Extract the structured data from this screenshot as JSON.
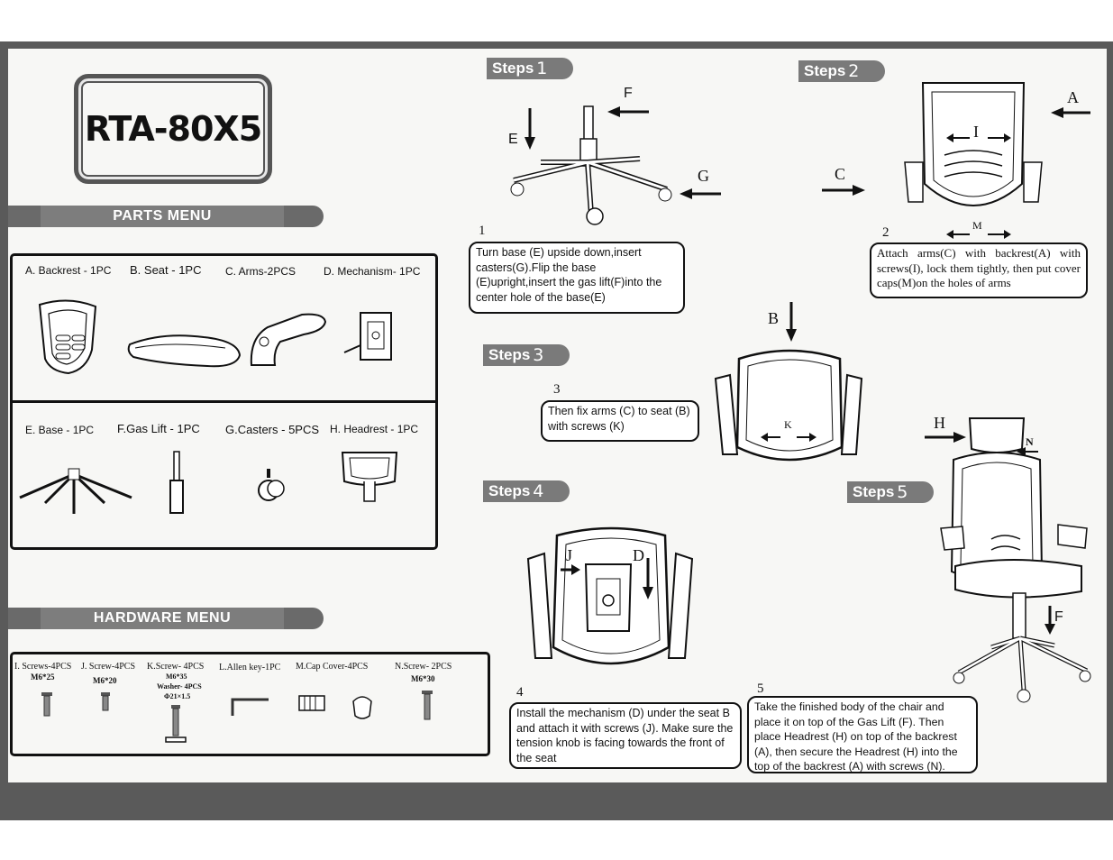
{
  "title": "RTA-80X5",
  "parts_menu": {
    "heading": "PARTS MENU",
    "items": [
      {
        "label": "A. Backrest - 1PC",
        "icon": "backrest-icon"
      },
      {
        "label": "B. Seat - 1PC",
        "icon": "seat-icon"
      },
      {
        "label": "C. Arms-2PCS",
        "icon": "arm-icon"
      },
      {
        "label": "D. Mechanism- 1PC",
        "icon": "mechanism-icon"
      },
      {
        "label": "E.  Base - 1PC",
        "icon": "base-icon"
      },
      {
        "label": "F.Gas Lift - 1PC",
        "icon": "gas-lift-icon"
      },
      {
        "label": "G.Casters - 5PCS",
        "icon": "caster-icon"
      },
      {
        "label": "H. Headrest - 1PC",
        "icon": "headrest-icon"
      }
    ]
  },
  "hardware_menu": {
    "heading": "HARDWARE MENU",
    "items": [
      {
        "label": "I. Screws-4PCS",
        "spec": "M6*25"
      },
      {
        "label": "J. Screw-4PCS",
        "spec": "M6*20"
      },
      {
        "label": "K.Screw- 4PCS",
        "spec": "M6*35",
        "extra": "Washer- 4PCS",
        "extra2": "Φ21×1.5"
      },
      {
        "label": "L.Allen key-1PC",
        "spec": ""
      },
      {
        "label": "M.Cap Cover-4PCS",
        "spec": ""
      },
      {
        "label": "N.Screw- 2PCS",
        "spec": "M6*30"
      }
    ]
  },
  "steps": [
    {
      "badge": "Steps",
      "num": "1",
      "index": "1",
      "text": "Turn base (E) upside down,insert casters(G).Flip the base (E)upright,insert the gas lift(F)into the center hole of the base(E)",
      "letters": [
        "E",
        "F",
        "G"
      ]
    },
    {
      "badge": "Steps",
      "num": "2",
      "index": "2",
      "text": "Attach arms(C) with backrest(A) with screws(I), lock them tightly, then put cover caps(M)on the holes of arms",
      "letters": [
        "A",
        "I",
        "C",
        "M"
      ]
    },
    {
      "badge": "Steps",
      "num": "3",
      "index": "3",
      "text": "Then fix arms (C) to seat (B) with screws (K)",
      "letters": [
        "B",
        "K"
      ]
    },
    {
      "badge": "Steps",
      "num": "4",
      "index": "4",
      "text": "Install the mechanism (D) under the seat B and attach it with screws (J). Make sure the tension knob is facing towards the front of the seat",
      "letters": [
        "J",
        "D"
      ]
    },
    {
      "badge": "Steps",
      "num": "5",
      "index": "5",
      "text": "Take the finished body of the chair and place it on top of the Gas Lift (F). Then place Headrest (H) on top of the backrest (A), then secure the Headrest (H) into the top of the backrest (A) with screws (N).",
      "letters": [
        "H",
        "N",
        "F"
      ]
    }
  ],
  "colors": {
    "frame": "#5a5a5a",
    "badge": "#7a7a7a",
    "paper": "#f7f7f5"
  }
}
